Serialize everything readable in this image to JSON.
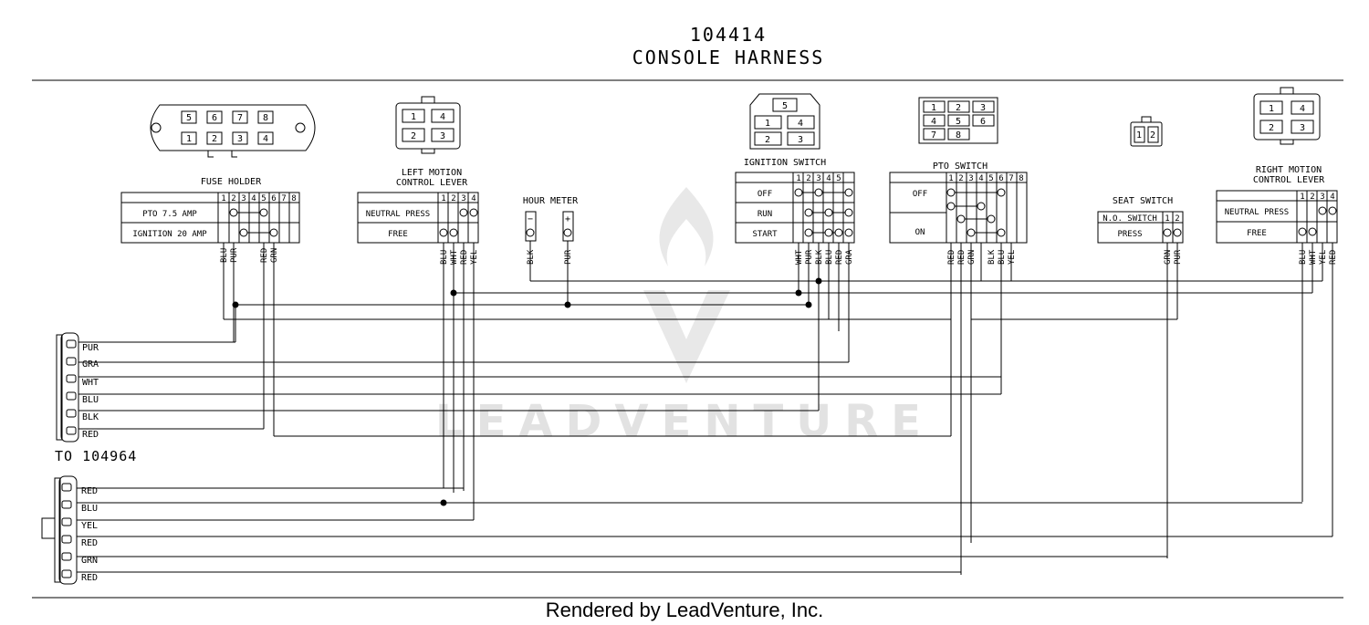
{
  "title": {
    "part_number": "104414",
    "name": "CONSOLE HARNESS"
  },
  "footer": "Rendered by LeadVenture, Inc.",
  "watermark": "LEADVENTURE",
  "fuse_holder": {
    "label": "FUSE HOLDER",
    "pins_top": [
      "5",
      "6",
      "7",
      "8"
    ],
    "pins_bottom": [
      "1",
      "2",
      "3",
      "4"
    ],
    "cols": [
      "1",
      "2",
      "3",
      "4",
      "5",
      "6",
      "7",
      "8"
    ],
    "rows": [
      "PTO 7.5 AMP",
      "IGNITION 20 AMP"
    ],
    "wires": [
      "BLU",
      "PUR",
      "RED",
      "GRN"
    ]
  },
  "left_motion": {
    "label_line1": "LEFT MOTION",
    "label_line2": "CONTROL LEVER",
    "pins": [
      "1",
      "4",
      "2",
      "3"
    ],
    "cols": [
      "1",
      "2",
      "3",
      "4"
    ],
    "rows": [
      "NEUTRAL PRESS",
      "FREE"
    ],
    "wires": [
      "BLU",
      "WHT",
      "RED",
      "YEL"
    ]
  },
  "hour_meter": {
    "label": "HOUR METER",
    "neg": "−",
    "pos": "+",
    "wires": [
      "BLK",
      "PUR"
    ]
  },
  "ignition": {
    "label": "IGNITION SWITCH",
    "pins": [
      "5",
      "1",
      "4",
      "2",
      "3"
    ],
    "cols": [
      "1",
      "2",
      "3",
      "4",
      "5"
    ],
    "rows": [
      "OFF",
      "RUN",
      "START"
    ],
    "wires": [
      "WHT",
      "PUR",
      "BLK",
      "BLU",
      "RED",
      "GRA"
    ]
  },
  "pto": {
    "label": "PTO SWITCH",
    "pins": [
      "1",
      "2",
      "3",
      "4",
      "5",
      "6",
      "7",
      "8"
    ],
    "cols": [
      "1",
      "2",
      "3",
      "4",
      "5",
      "6",
      "7",
      "8"
    ],
    "rows": [
      "OFF",
      "ON"
    ],
    "wires": [
      "RED",
      "RED",
      "GRN",
      "BLK",
      "BLU",
      "YEL"
    ]
  },
  "seat": {
    "label": "SEAT SWITCH",
    "pins": [
      "1",
      "2"
    ],
    "header": "N.O. SWITCH",
    "cols": [
      "1",
      "2"
    ],
    "rows": [
      "PRESS"
    ],
    "wires": [
      "GRN",
      "PUR"
    ]
  },
  "right_motion": {
    "label_line1": "RIGHT MOTION",
    "label_line2": "CONTROL LEVER",
    "pins": [
      "1",
      "4",
      "2",
      "3"
    ],
    "cols": [
      "1",
      "2",
      "3",
      "4"
    ],
    "rows": [
      "NEUTRAL PRESS",
      "FREE"
    ],
    "wires": [
      "BLU",
      "WHT",
      "YEL",
      "RED"
    ]
  },
  "connector_a": {
    "wires": [
      "PUR",
      "GRA",
      "WHT",
      "BLU",
      "BLK",
      "RED"
    ],
    "to_label": "TO 104964"
  },
  "connector_b": {
    "wires": [
      "RED",
      "BLU",
      "YEL",
      "RED",
      "GRN",
      "RED"
    ]
  }
}
